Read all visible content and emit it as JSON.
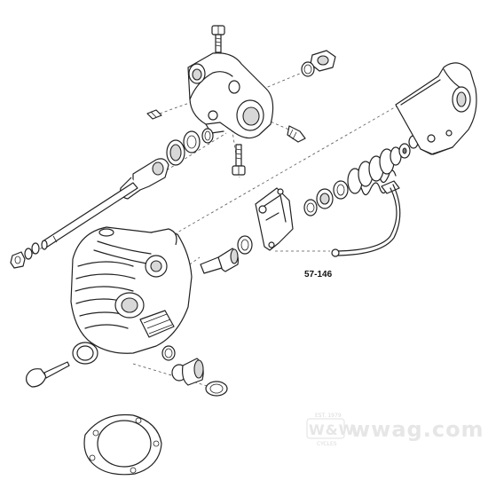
{
  "diagram": {
    "callout_part_number": "57-146",
    "watermark": {
      "site": "wwag.com",
      "logo_text": "W&W",
      "logo_small_top": "EST. 1979",
      "logo_small_bottom": "CYCLES"
    },
    "colors": {
      "line": "#222222",
      "background": "#ffffff",
      "watermark": "#e6e6e6"
    }
  }
}
